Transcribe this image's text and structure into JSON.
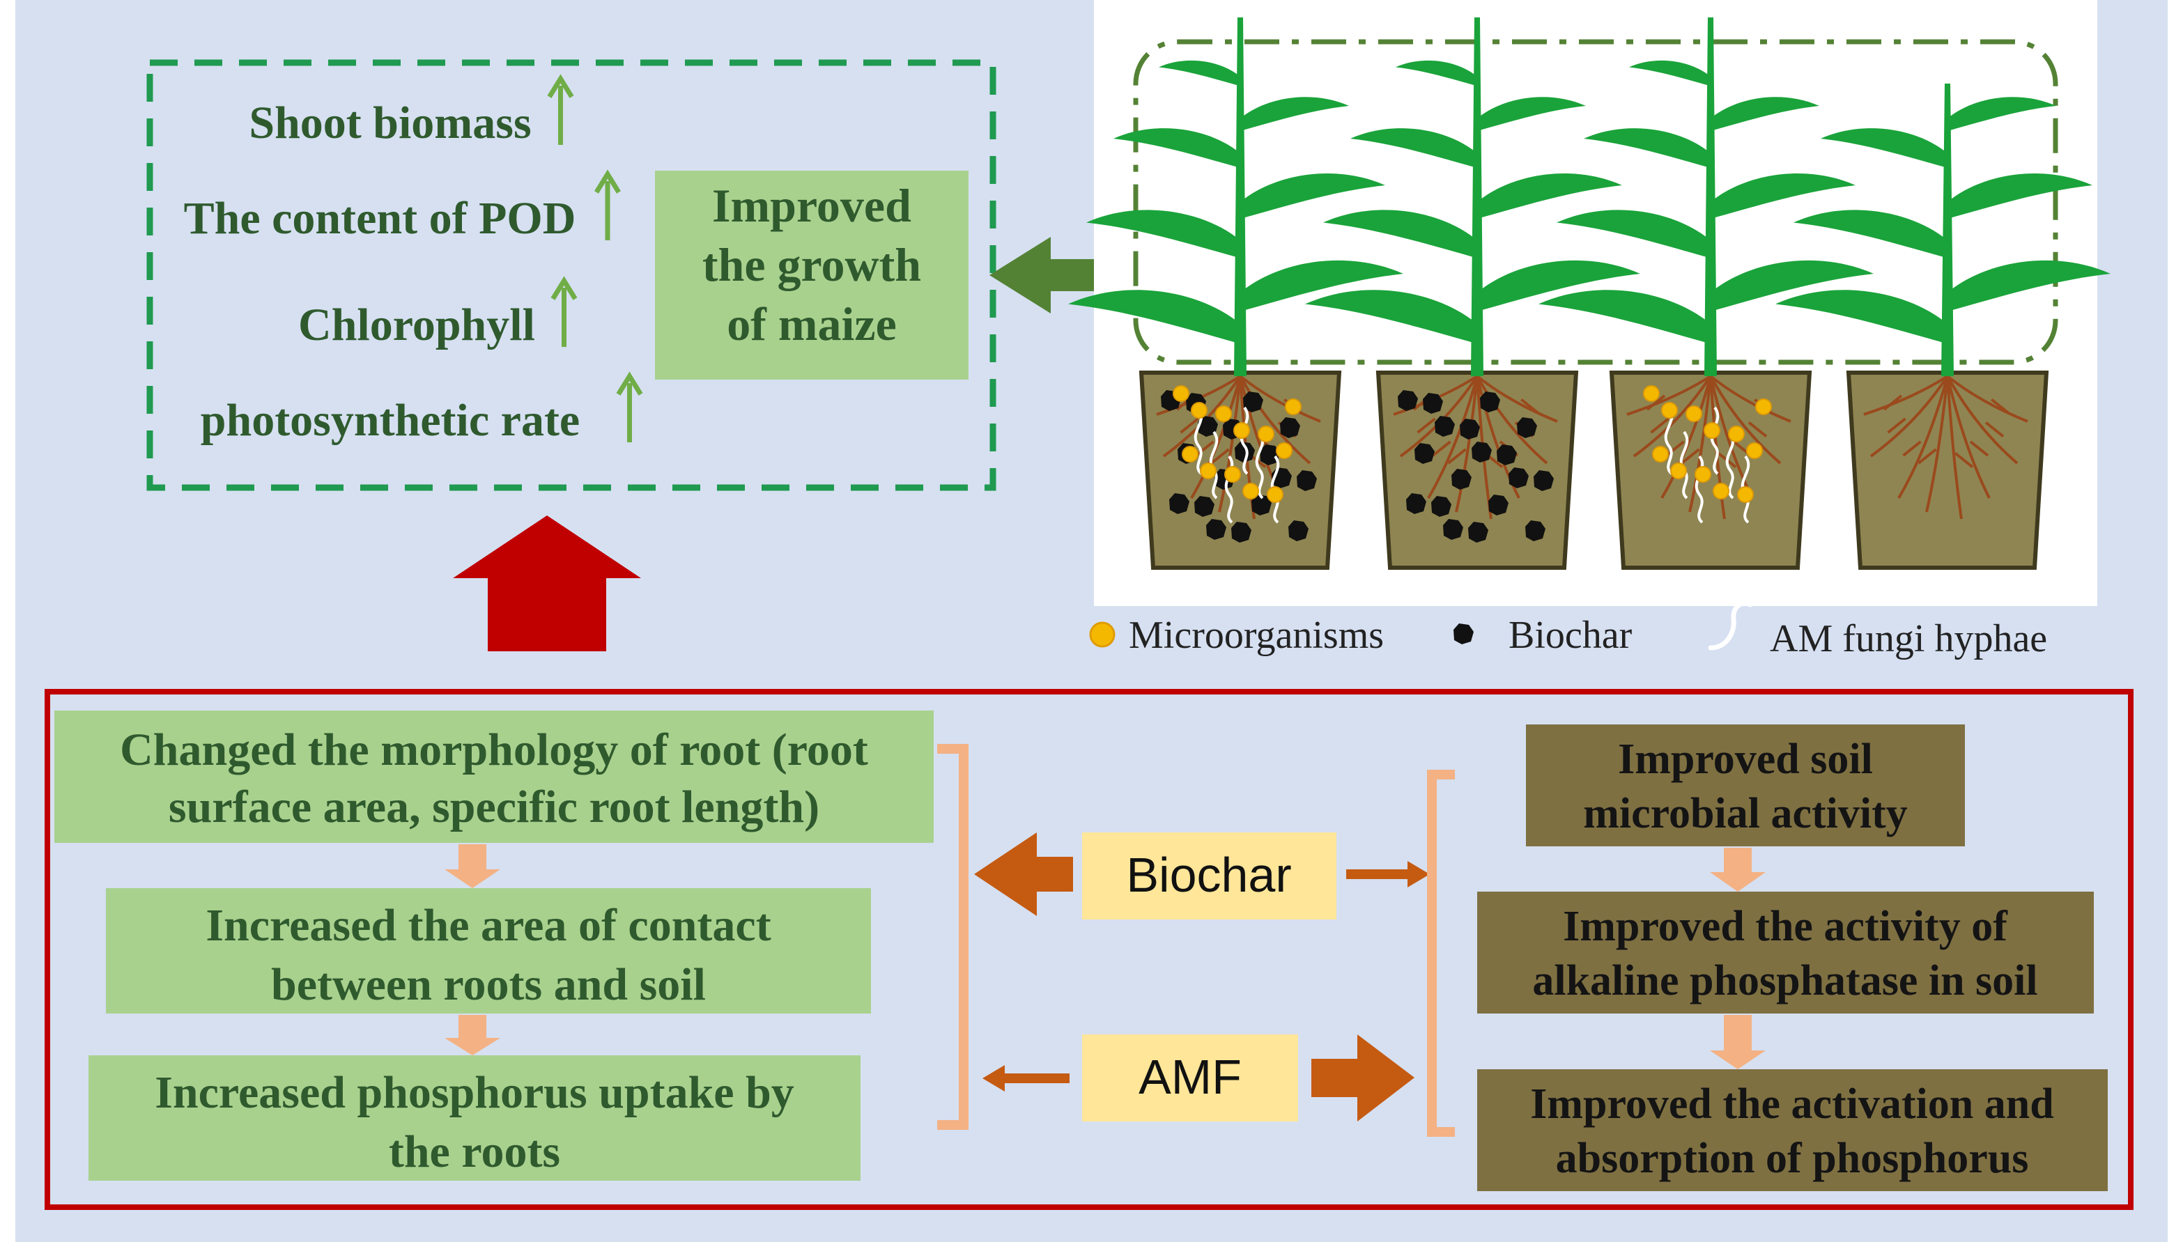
{
  "effects": {
    "items": [
      {
        "label": "Shoot biomass",
        "arrow": "up"
      },
      {
        "label": "The content of POD",
        "arrow": "up"
      },
      {
        "label": "Chlorophyll",
        "arrow": "up"
      },
      {
        "label": "photosynthetic rate",
        "arrow": "up"
      }
    ],
    "summary": [
      "Improved",
      "the growth",
      "of maize"
    ]
  },
  "legend": {
    "microorganisms": "Microorganisms",
    "biochar": "Biochar",
    "hyphae": "AM fungi hyphae"
  },
  "mechanism": {
    "root_chain": [
      [
        "Changed the morphology of root (root",
        "surface area, specific root length)"
      ],
      [
        "Increased the area of contact",
        "between roots and soil"
      ],
      [
        "Increased phosphorus uptake by",
        "the roots"
      ]
    ],
    "treatments": {
      "biochar": "Biochar",
      "amf": "AMF"
    },
    "soil_chain": [
      [
        "Improved soil",
        "microbial activity"
      ],
      [
        "Improved the activity of",
        "alkaline phosphatase in soil"
      ],
      [
        "Improved the activation and",
        "absorption of phosphorus"
      ]
    ]
  },
  "colors": {
    "background": "#d6e0f1",
    "text_green": "#2f5a2e",
    "box_green": "#a9d18e",
    "box_olive": "#7f7042",
    "dashed_green": "#1f9a50",
    "frame_red": "#c00000",
    "up_arrow_red": "#c00000",
    "orange_arrow": "#c55a11",
    "bracket": "#f4b183",
    "treatment_box": "#ffe699",
    "leaf": "#1aa33a",
    "soil": "#8f8552",
    "root": "#9a4a1d"
  }
}
